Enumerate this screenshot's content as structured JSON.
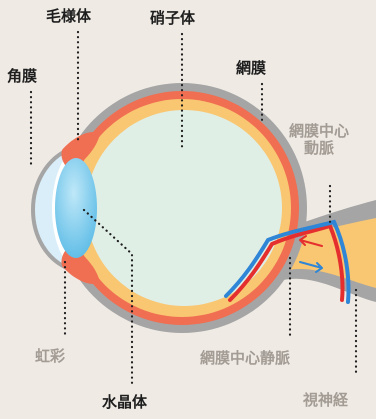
{
  "labels": {
    "ciliary_body": "毛様体",
    "vitreous_body": "硝子体",
    "cornea": "角膜",
    "retina": "網膜",
    "central_retinal_artery_line1": "網膜中心",
    "central_retinal_artery_line2": "動脈",
    "iris": "虹彩",
    "central_retinal_vein": "網膜中心静脈",
    "lens": "水晶体",
    "optic_nerve": "視神経"
  },
  "colors": {
    "background": "#efeae4",
    "sclera": "#a5a5a5",
    "choroid": "#f06e52",
    "retina_layer": "#f9c671",
    "vitreous": "#e0efe6",
    "cornea": "#d9eef8",
    "lens": "#6fc6ec",
    "artery": "#e52f2f",
    "vein": "#2f86d6",
    "leader_line": "#1e1e1e",
    "gray_text": "#a39c95"
  }
}
